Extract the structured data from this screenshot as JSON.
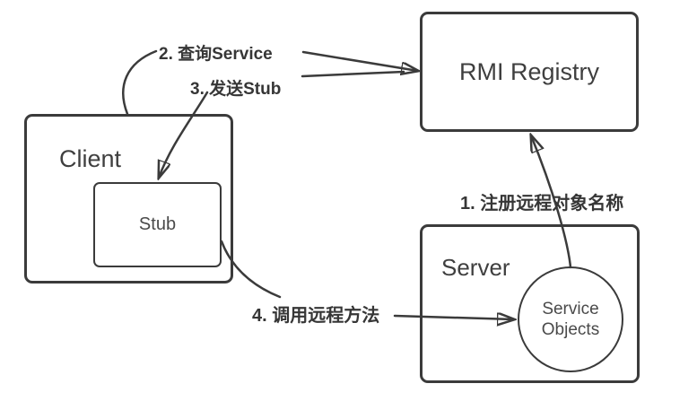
{
  "diagram": {
    "title": "RMI architecture flow",
    "nodes": {
      "client": {
        "label": "Client"
      },
      "stub": {
        "label": "Stub"
      },
      "rmi_registry": {
        "label": "RMI Registry"
      },
      "server": {
        "label": "Server"
      },
      "service_objects": {
        "label": "Service Objects"
      }
    },
    "steps": {
      "step1": {
        "label": "1. 注册远程对象名称",
        "from": "service_objects",
        "to": "rmi_registry"
      },
      "step2": {
        "label": "2. 查询Service",
        "from": "client",
        "to": "rmi_registry"
      },
      "step3": {
        "label": "3. 发送Stub",
        "from": "rmi_registry",
        "to": "stub"
      },
      "step4": {
        "label": "4. 调用远程方法",
        "from": "stub",
        "to": "service_objects"
      }
    },
    "colors": {
      "stroke": "#3b3b3b",
      "text": "#3f3f3f",
      "background": "#ffffff"
    }
  }
}
